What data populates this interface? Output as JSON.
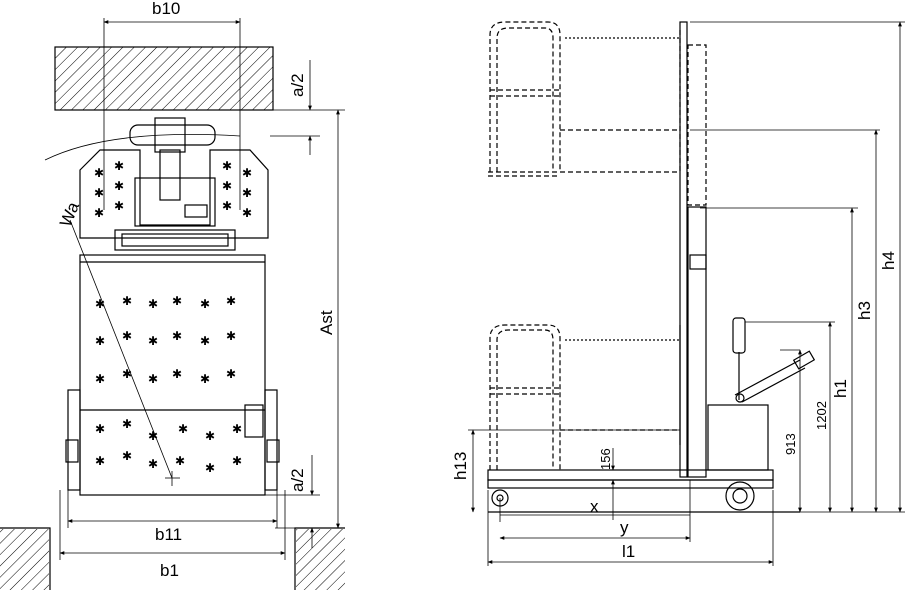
{
  "labels": {
    "b10": "b10",
    "a2_top": "a/2",
    "a2_bottom": "a/2",
    "wa": "Wa",
    "ast": "Ast",
    "b11": "b11",
    "b1": "b1",
    "h13": "h13",
    "d156": "156",
    "x": "x",
    "y": "y",
    "l1": "l1",
    "d913": "913",
    "d1202": "1202",
    "h1": "h1",
    "h3": "h3",
    "h4": "h4"
  }
}
